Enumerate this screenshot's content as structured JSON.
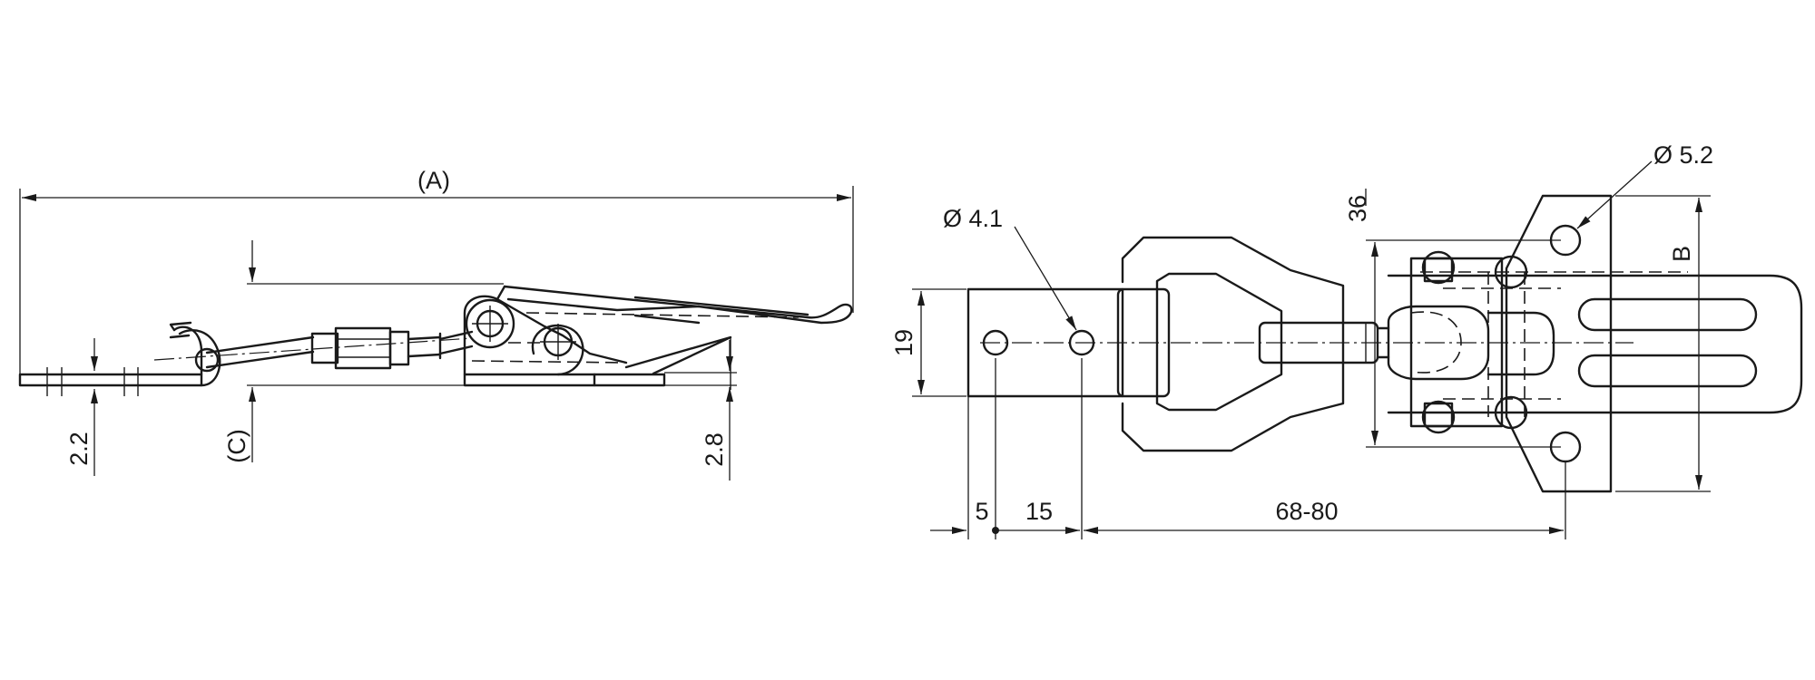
{
  "labels": {
    "a": "(A)",
    "c": "(C)",
    "d22": "2.2",
    "d28": "2.8",
    "d19": "19",
    "d36": "36",
    "b": "B",
    "d5": "5",
    "d15": "15",
    "d6880": "68-80",
    "hole1": "Ø 4.1",
    "hole2": "Ø 5.2"
  }
}
